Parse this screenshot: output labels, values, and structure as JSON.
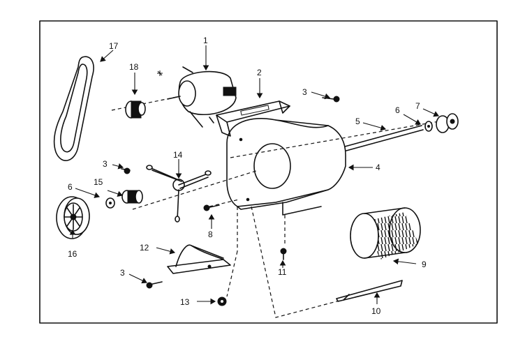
{
  "labels": {
    "p1": "1",
    "p2": "2",
    "p3a": "3",
    "p3b": "3",
    "p3c": "3",
    "p4": "4",
    "p5": "5",
    "p6a": "6",
    "p6b": "6",
    "p7": "7",
    "p8": "8",
    "p9": "9",
    "p10": "10",
    "p11": "11",
    "p12": "12",
    "p13": "13",
    "p14": "14",
    "p15": "15",
    "p16": "16",
    "p17": "17",
    "p18": "18"
  },
  "colors": {
    "ink": "#111111",
    "paper": "#ffffff"
  }
}
